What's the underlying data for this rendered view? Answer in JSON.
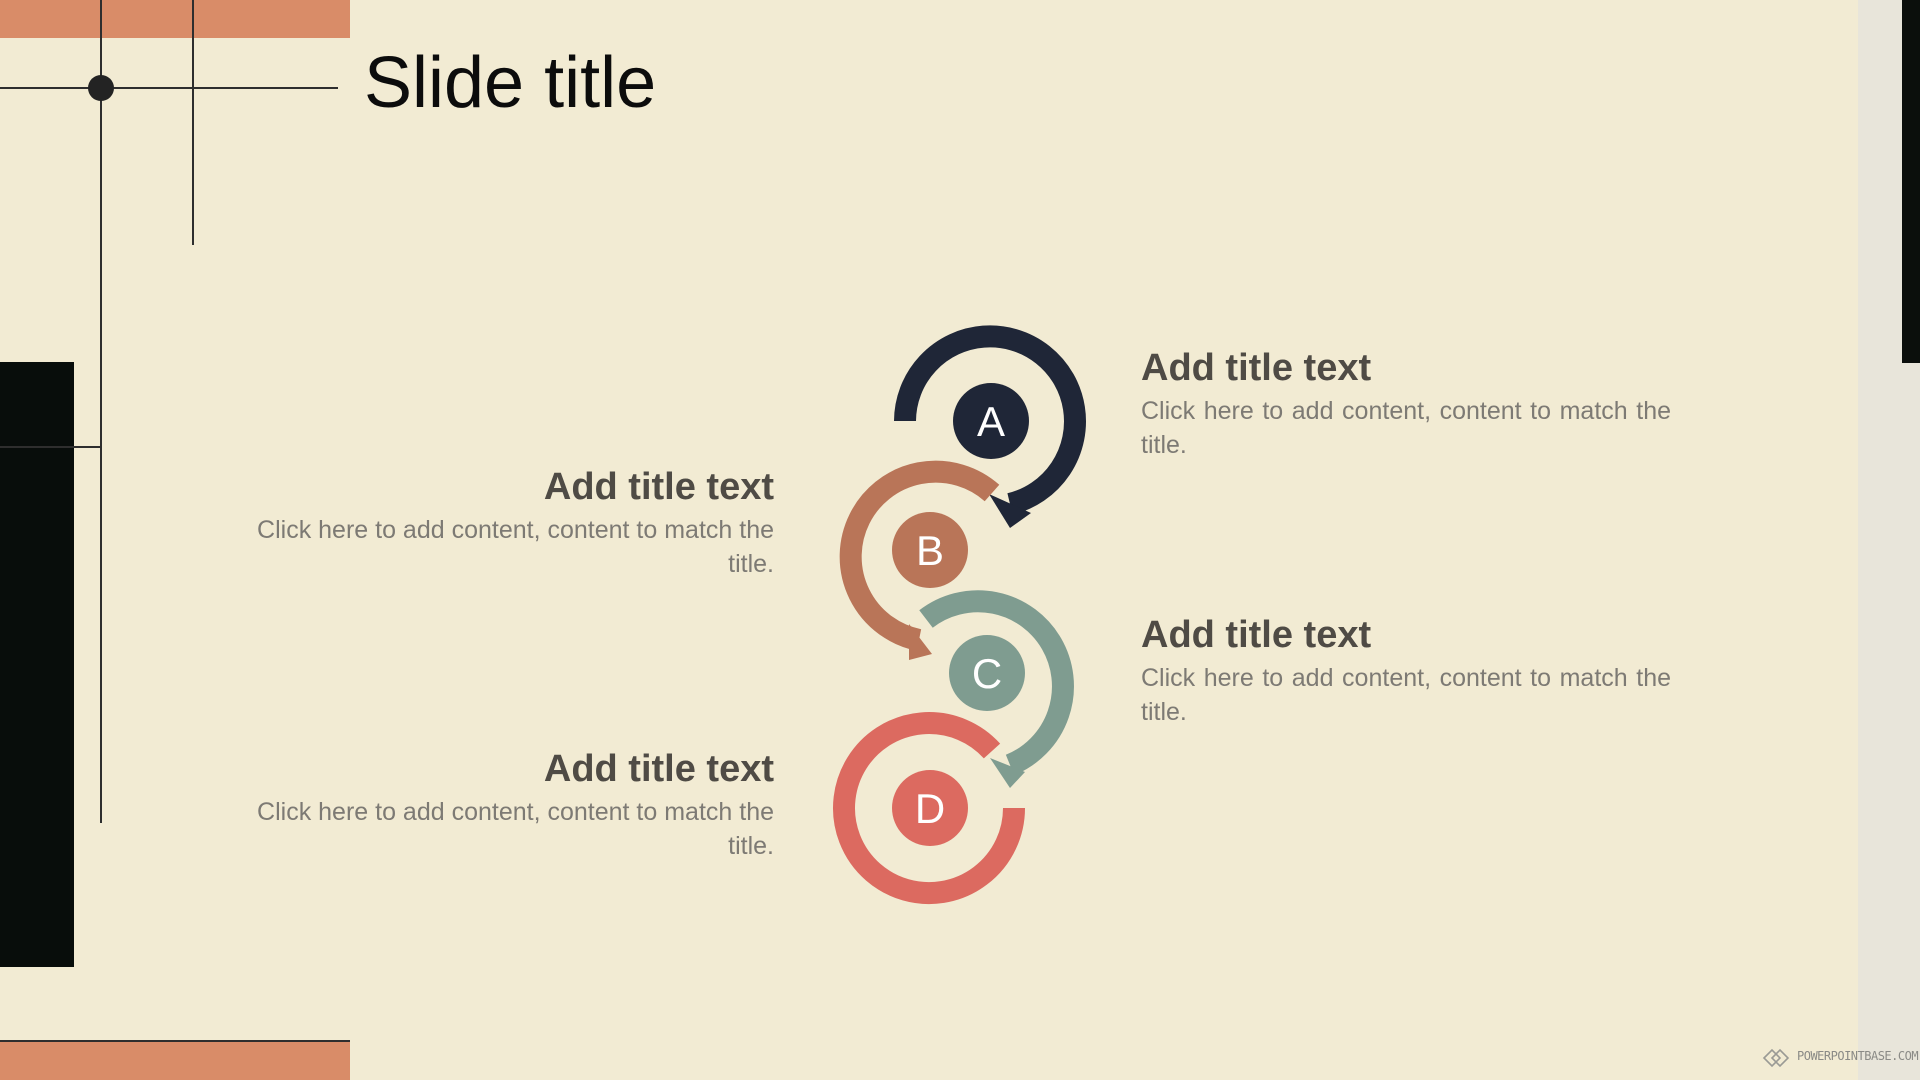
{
  "slide": {
    "title": "Slide title",
    "colors": {
      "background": "#f2ebd3",
      "accent_orange": "#d98c68",
      "dark_bar": "#080d0b",
      "step_a": "#1f2637",
      "step_b": "#b97558",
      "step_c": "#7f9c90",
      "step_d": "#dc6a60"
    },
    "steps": [
      {
        "letter": "A",
        "title": "Add title text",
        "body": "Click here to add content, content to match the title."
      },
      {
        "letter": "B",
        "title": "Add title text",
        "body": "Click here to add content, content to match the title."
      },
      {
        "letter": "C",
        "title": "Add title text",
        "body": "Click here to add content, content to match the title."
      },
      {
        "letter": "D",
        "title": "Add title text",
        "body": "Click here to add content, content to match the title."
      }
    ],
    "brand_text": "POWERPOINTBASE.COM",
    "icons": {
      "brand_logo": "diamond-chain-logo-icon",
      "arrows": "circular-arrow-icon"
    }
  }
}
